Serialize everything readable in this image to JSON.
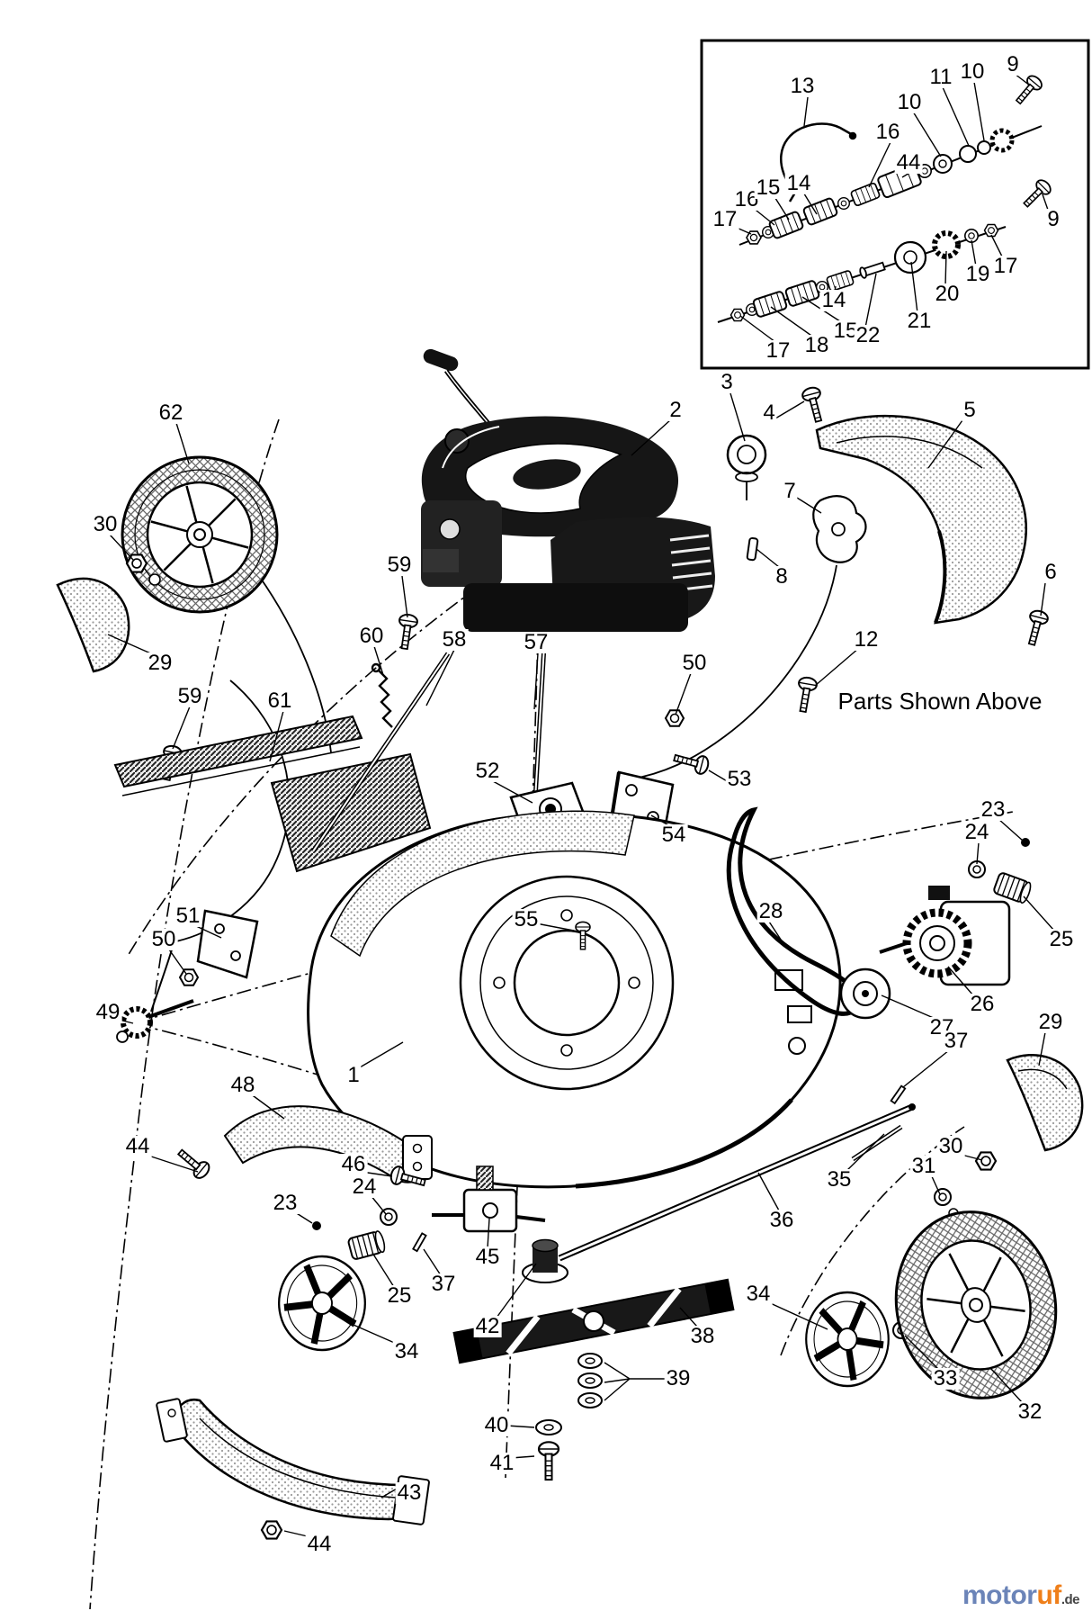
{
  "figure": {
    "note": "Parts Shown Above"
  },
  "inset_labels": [
    "13",
    "11",
    "10",
    "9",
    "10",
    "16",
    "44",
    "16",
    "15",
    "14",
    "17",
    "9",
    "17",
    "18",
    "15",
    "14",
    "22",
    "21",
    "20",
    "19",
    "17"
  ],
  "main_labels": [
    "62",
    "30",
    "29",
    "59",
    "61",
    "60",
    "59",
    "58",
    "57",
    "2",
    "3",
    "4",
    "5",
    "7",
    "8",
    "6",
    "12",
    "50",
    "52",
    "53",
    "54",
    "23",
    "24",
    "25",
    "28",
    "55",
    "51",
    "50",
    "49",
    "26",
    "27",
    "29",
    "37",
    "1",
    "48",
    "44",
    "46",
    "24",
    "23",
    "30",
    "31",
    "35",
    "36",
    "25",
    "37",
    "45",
    "42",
    "38",
    "34",
    "34",
    "33",
    "32",
    "39",
    "40",
    "41",
    "43",
    "44"
  ],
  "watermark": {
    "brand_left": "motor",
    "brand_right": "uf",
    "tld": ".de"
  }
}
